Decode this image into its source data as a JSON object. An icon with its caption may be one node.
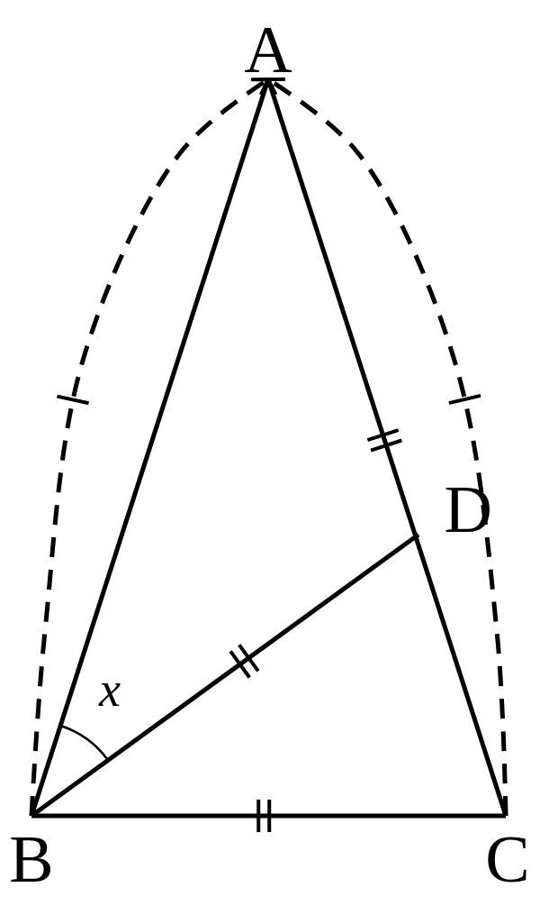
{
  "diagram": {
    "nodes": [
      {
        "text": [
          "A"
        ]
      },
      {
        "text": [
          "B"
        ]
      },
      {
        "text": [
          "C"
        ]
      },
      {
        "text": [
          "D"
        ]
      }
    ],
    "edges": [
      {
        "from": 0,
        "to": 1,
        "arrow": "none"
      },
      {
        "from": 0,
        "to": 2,
        "arrow": "none"
      },
      {
        "from": 1,
        "to": 2,
        "arrow": "none"
      },
      {
        "from": 1,
        "to": 3,
        "arrow": "none"
      },
      {
        "from": 1,
        "to": 0,
        "arrow": "to",
        "style": "dashed"
      },
      {
        "from": 2,
        "to": 0,
        "arrow": "to",
        "style": "dashed"
      }
    ],
    "labels": [
      "x"
    ]
  }
}
